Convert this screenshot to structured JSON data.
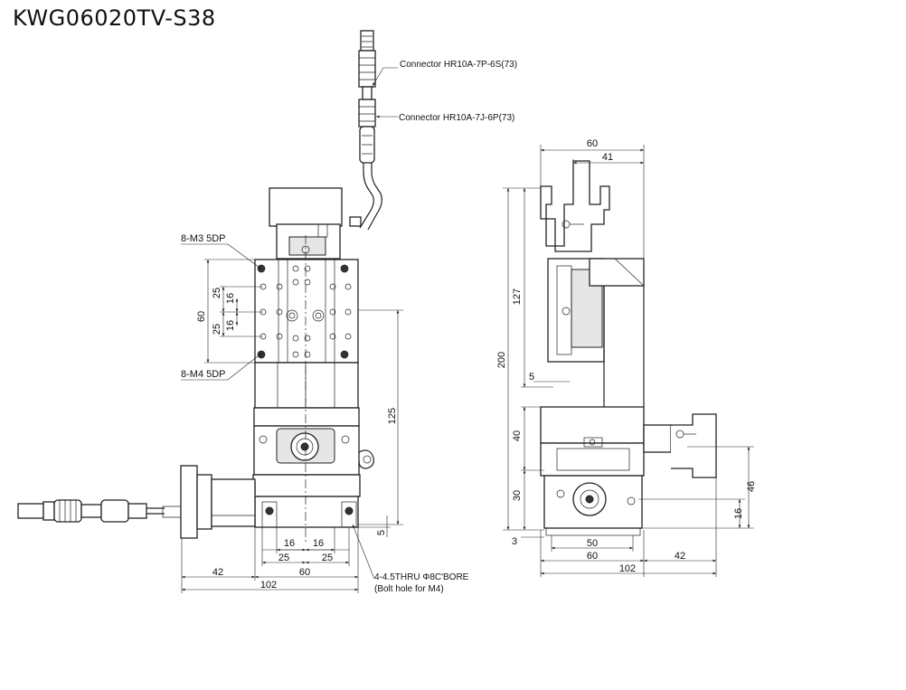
{
  "title": "KWG06020TV-S38",
  "labels": {
    "connector_1": "Connector HR10A-7P-6S(73)",
    "connector_2": "Connector HR10A-7J-6P(73)",
    "tap_m3": "8-M3 5DP",
    "tap_m4": "8-M4 5DP",
    "bolt_hole_1": "4-4.5THRU Φ8C'BORE",
    "bolt_hole_2": "(Bolt hole for M4)"
  },
  "front_dims": {
    "d60_left": "60",
    "d25_a": "25",
    "d16_a": "16",
    "d16_b": "16",
    "d25_b": "25",
    "d125": "125",
    "d5": "5",
    "b16_a": "16",
    "b16_b": "16",
    "b25_a": "25",
    "b25_b": "25",
    "b42": "42",
    "b60": "60",
    "b102": "102"
  },
  "side_dims": {
    "t60": "60",
    "t41": "41",
    "d127": "127",
    "d200": "200",
    "d5": "5",
    "d40": "40",
    "d30": "30",
    "d3": "3",
    "b50": "50",
    "b60": "60",
    "b42": "42",
    "b102": "102",
    "r46": "46",
    "r16": "16"
  }
}
